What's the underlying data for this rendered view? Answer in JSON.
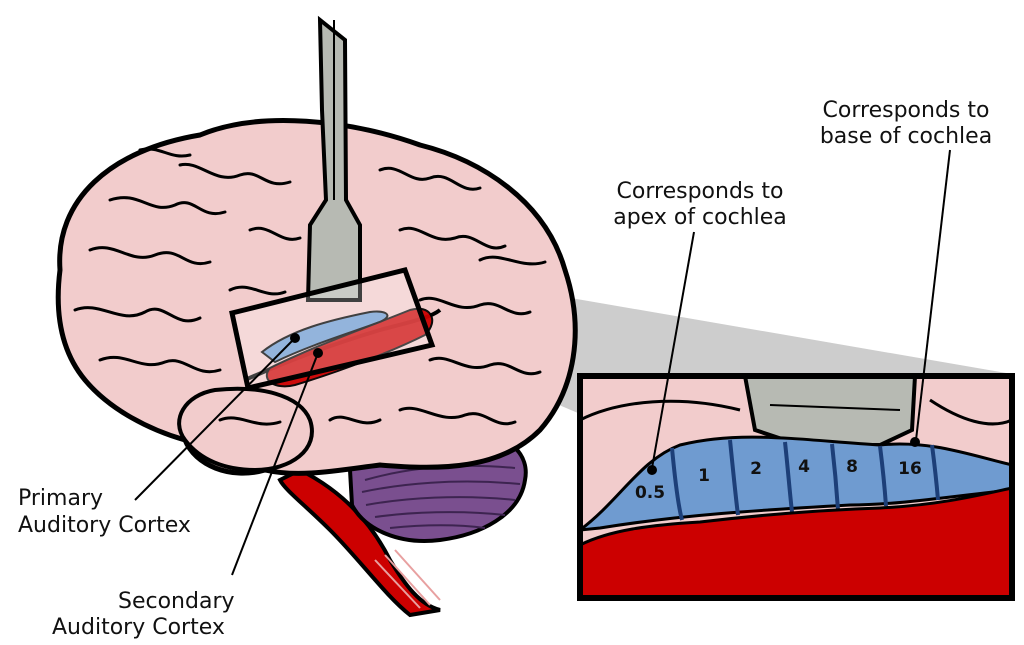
{
  "labels": {
    "primary_line1": "Primary",
    "primary_line2": "Auditory Cortex",
    "secondary_line1": "Secondary",
    "secondary_line2": "Auditory Cortex",
    "apex_line1": "Corresponds to",
    "apex_line2": "apex of cochlea",
    "base_line1": "Corresponds to",
    "base_line2": "base of cochlea"
  },
  "frequency_bands": [
    "0.5",
    "1",
    "2",
    "4",
    "8",
    "16"
  ],
  "colors": {
    "brain": "#f2cccc",
    "primary_cortex": "#6f9bd0",
    "secondary_cortex": "#cc0000",
    "cerebellum": "#7a4f8f",
    "brainstem": "#cc0000",
    "electrode": "#b7bab3",
    "projection_shadow": "#bfbfbf",
    "outline": "#000000"
  }
}
